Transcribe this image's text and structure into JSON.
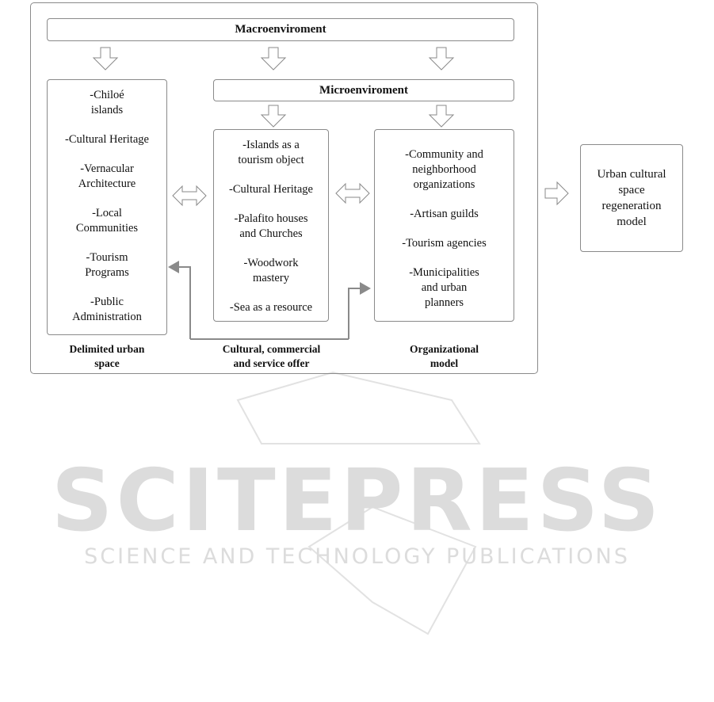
{
  "macro_label": "Macroenviroment",
  "micro_label": "Microenviroment",
  "columns": {
    "left": {
      "items": [
        "-Chiloé\nislands",
        "-Cultural Heritage",
        "-Vernacular\nArchitecture",
        "-Local\nCommunities",
        "-Tourism\nPrograms",
        "-Public\nAdministration"
      ],
      "caption": "Delimited urban\nspace"
    },
    "middle": {
      "items": [
        "-Islands as a\ntourism object",
        "-Cultural Heritage",
        "-Palafito houses\nand Churches",
        "-Woodwork\nmastery",
        "-Sea as a resource"
      ],
      "caption": "Cultural, commercial\nand service offer"
    },
    "right": {
      "items": [
        "-Community and\nneighborhood\norganizations",
        "-Artisan guilds",
        "-Tourism agencies",
        "-Municipalities\nand urban\nplanners"
      ],
      "caption": "Organizational\nmodel"
    }
  },
  "result_label": "Urban cultural\nspace\nregeneration\nmodel",
  "watermark": {
    "main": "SCITEPRESS",
    "sub": "SCIENCE AND TECHNOLOGY PUBLICATIONS"
  },
  "colors": {
    "border": "#8a8a8a",
    "watermark": "#dcdcdc"
  }
}
